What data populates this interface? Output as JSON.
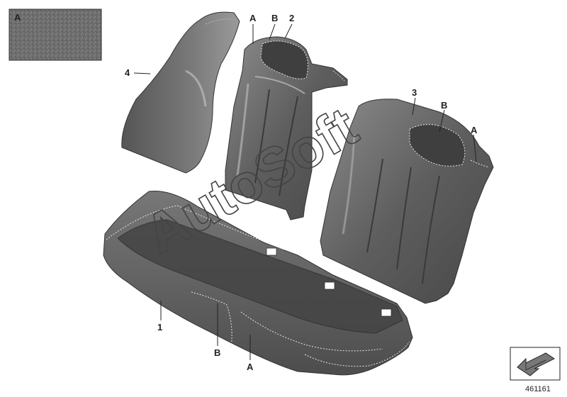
{
  "inset": {
    "label": "A"
  },
  "callouts": {
    "part_1": "1",
    "part_2": "2",
    "part_3": "3",
    "part_4": "4",
    "a_backrest_left": "A",
    "b_backrest_left": "B",
    "a_backrest_right": "A",
    "b_backrest_right": "B",
    "b_cushion": "B",
    "a_cushion": "A"
  },
  "watermark": "AutoSoft",
  "doc_number": "461161",
  "colors": {
    "leather_dark": "#5a5a5a",
    "leather_mid": "#7a7a7a",
    "leather_light": "#a8a8a8",
    "stitch": "#e6e6e6",
    "inset_texture": "#6f6f6f"
  }
}
